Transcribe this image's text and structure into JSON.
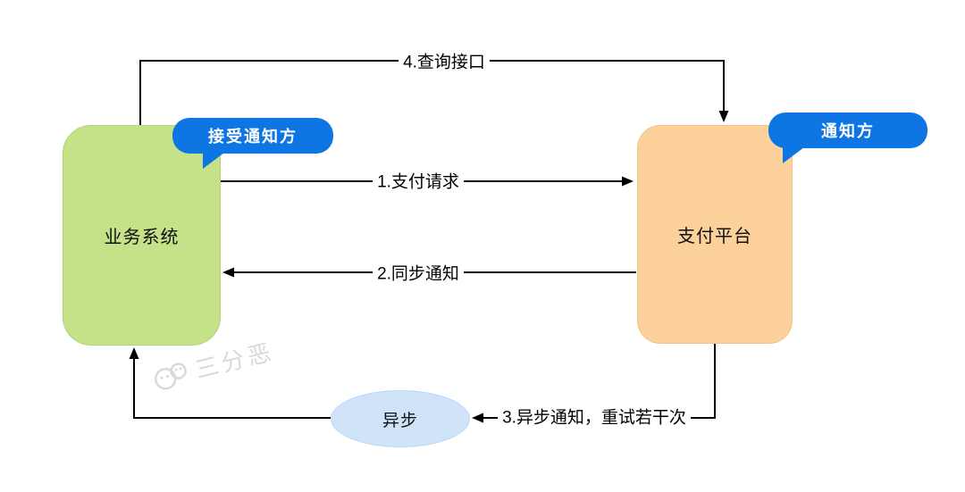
{
  "colors": {
    "node_green": "#c5e289",
    "node_orange": "#fcd19c",
    "ellipse_blue": "#cfe3f9",
    "bubble_blue": "#0e76e3",
    "line_color": "#000000",
    "watermark_gray": "#d3d3d3"
  },
  "nodes": {
    "business": {
      "label": "业务系统"
    },
    "payment": {
      "label": "支付平台"
    },
    "async": {
      "label": "异步"
    }
  },
  "callouts": {
    "receiver": {
      "label": "接受通知方"
    },
    "notifier": {
      "label": "通知方"
    }
  },
  "edges": {
    "query": {
      "label": "4.查询接口"
    },
    "pay": {
      "label": "1.支付请求"
    },
    "sync": {
      "label": "2.同步通知"
    },
    "async_notify": {
      "label": "3.异步通知，重试若干次"
    }
  },
  "watermark": {
    "label": "三分恶"
  }
}
